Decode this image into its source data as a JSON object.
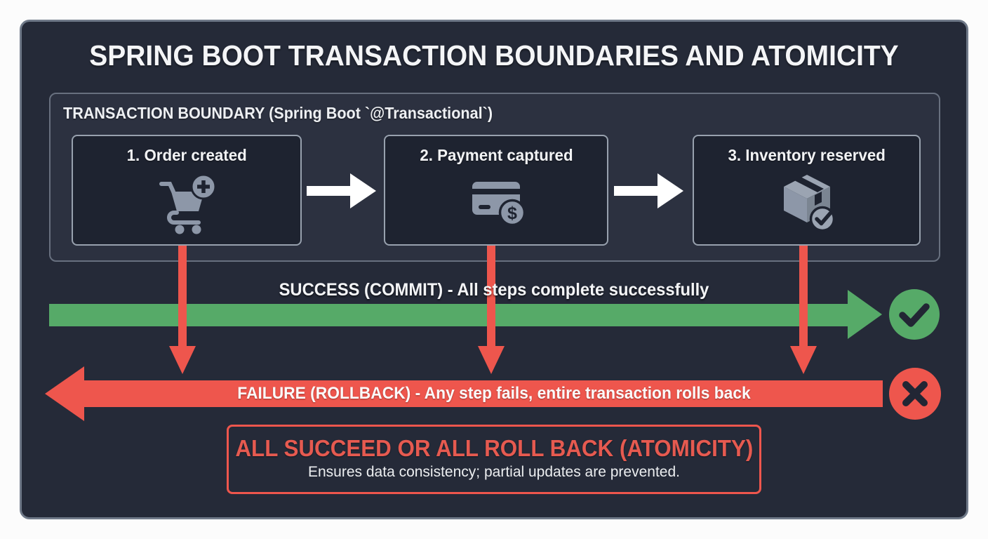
{
  "title": "SPRING BOOT TRANSACTION BOUNDARIES AND ATOMICITY",
  "boundary": {
    "label": "TRANSACTION BOUNDARY (Spring Boot `@Transactional`)",
    "steps": [
      {
        "label": "1. Order created",
        "icon": "cart-plus-icon"
      },
      {
        "label": "2. Payment captured",
        "icon": "credit-card-dollar-icon"
      },
      {
        "label": "3. Inventory reserved",
        "icon": "package-check-icon"
      }
    ]
  },
  "success": {
    "label": "SUCCESS (COMMIT) - All steps complete successfully",
    "icon": "check-circle-icon"
  },
  "failure": {
    "label": "FAILURE (ROLLBACK) - Any step fails, entire transaction rolls back",
    "icon": "x-circle-icon"
  },
  "atomicity": {
    "title": "ALL SUCCEED OR ALL ROLL BACK (ATOMICITY)",
    "subtitle": "Ensures data consistency; partial updates are prevented."
  },
  "colors": {
    "green": "#56aa68",
    "red": "#ee564d",
    "icon_gray": "#8d97a8",
    "icon_gray_light": "#9ba4b2",
    "icon_gray_dark": "#7b8592",
    "icon_cutout": "#1e2330",
    "panel_bg": "#252a38"
  }
}
